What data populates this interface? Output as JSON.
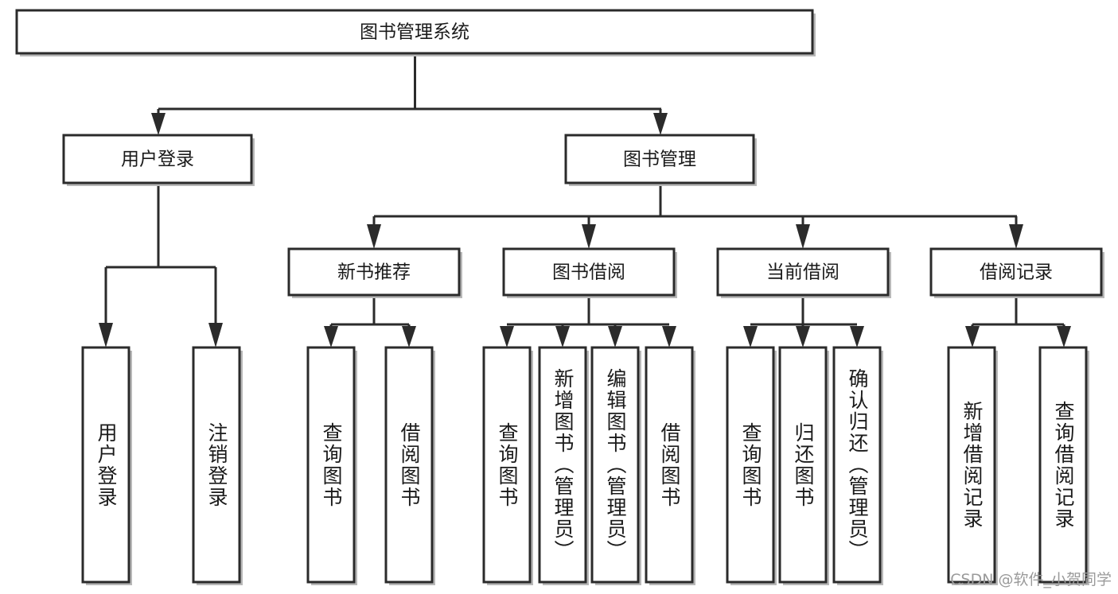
{
  "diagram": {
    "type": "tree",
    "title": "图书管理系统",
    "watermark": "CSDN @软件_小贺同学",
    "colors": {
      "box_stroke": "#2b2b2b",
      "box_fill": "#ffffff",
      "text": "#1a1a1a",
      "shadow": "#b8b8b8",
      "watermark": "#9a9a9a"
    },
    "nodes": {
      "root": {
        "label": "图书管理系统"
      },
      "level2": [
        {
          "id": "user-login",
          "label": "用户登录"
        },
        {
          "id": "book-manage",
          "label": "图书管理"
        }
      ],
      "level3": [
        {
          "id": "new-book-recommend",
          "label": "新书推荐"
        },
        {
          "id": "book-borrow",
          "label": "图书借阅"
        },
        {
          "id": "current-borrow",
          "label": "当前借阅"
        },
        {
          "id": "borrow-record",
          "label": "借阅记录"
        }
      ],
      "leaves": [
        {
          "id": "leaf-user-login",
          "label": "用户登录",
          "parent": "user-login"
        },
        {
          "id": "leaf-logout-login",
          "label": "注销登录",
          "parent": "user-login"
        },
        {
          "id": "leaf-query-book-1",
          "label": "查询图书",
          "parent": "new-book-recommend"
        },
        {
          "id": "leaf-borrow-book-1",
          "label": "借阅图书",
          "parent": "new-book-recommend"
        },
        {
          "id": "leaf-query-book-2",
          "label": "查询图书",
          "parent": "book-borrow"
        },
        {
          "id": "leaf-add-book",
          "label": "新增图书（管理员）",
          "parent": "book-borrow"
        },
        {
          "id": "leaf-edit-book",
          "label": "编辑图书（管理员）",
          "parent": "book-borrow"
        },
        {
          "id": "leaf-borrow-book-2",
          "label": "借阅图书",
          "parent": "book-borrow"
        },
        {
          "id": "leaf-query-book-3",
          "label": "查询图书",
          "parent": "current-borrow"
        },
        {
          "id": "leaf-return-book",
          "label": "归还图书",
          "parent": "current-borrow"
        },
        {
          "id": "leaf-confirm-return",
          "label": "确认归还（管理员）",
          "parent": "current-borrow"
        },
        {
          "id": "leaf-add-record",
          "label": "新增借阅记录",
          "parent": "borrow-record"
        },
        {
          "id": "leaf-query-record",
          "label": "查询借阅记录",
          "parent": "borrow-record"
        }
      ]
    }
  }
}
